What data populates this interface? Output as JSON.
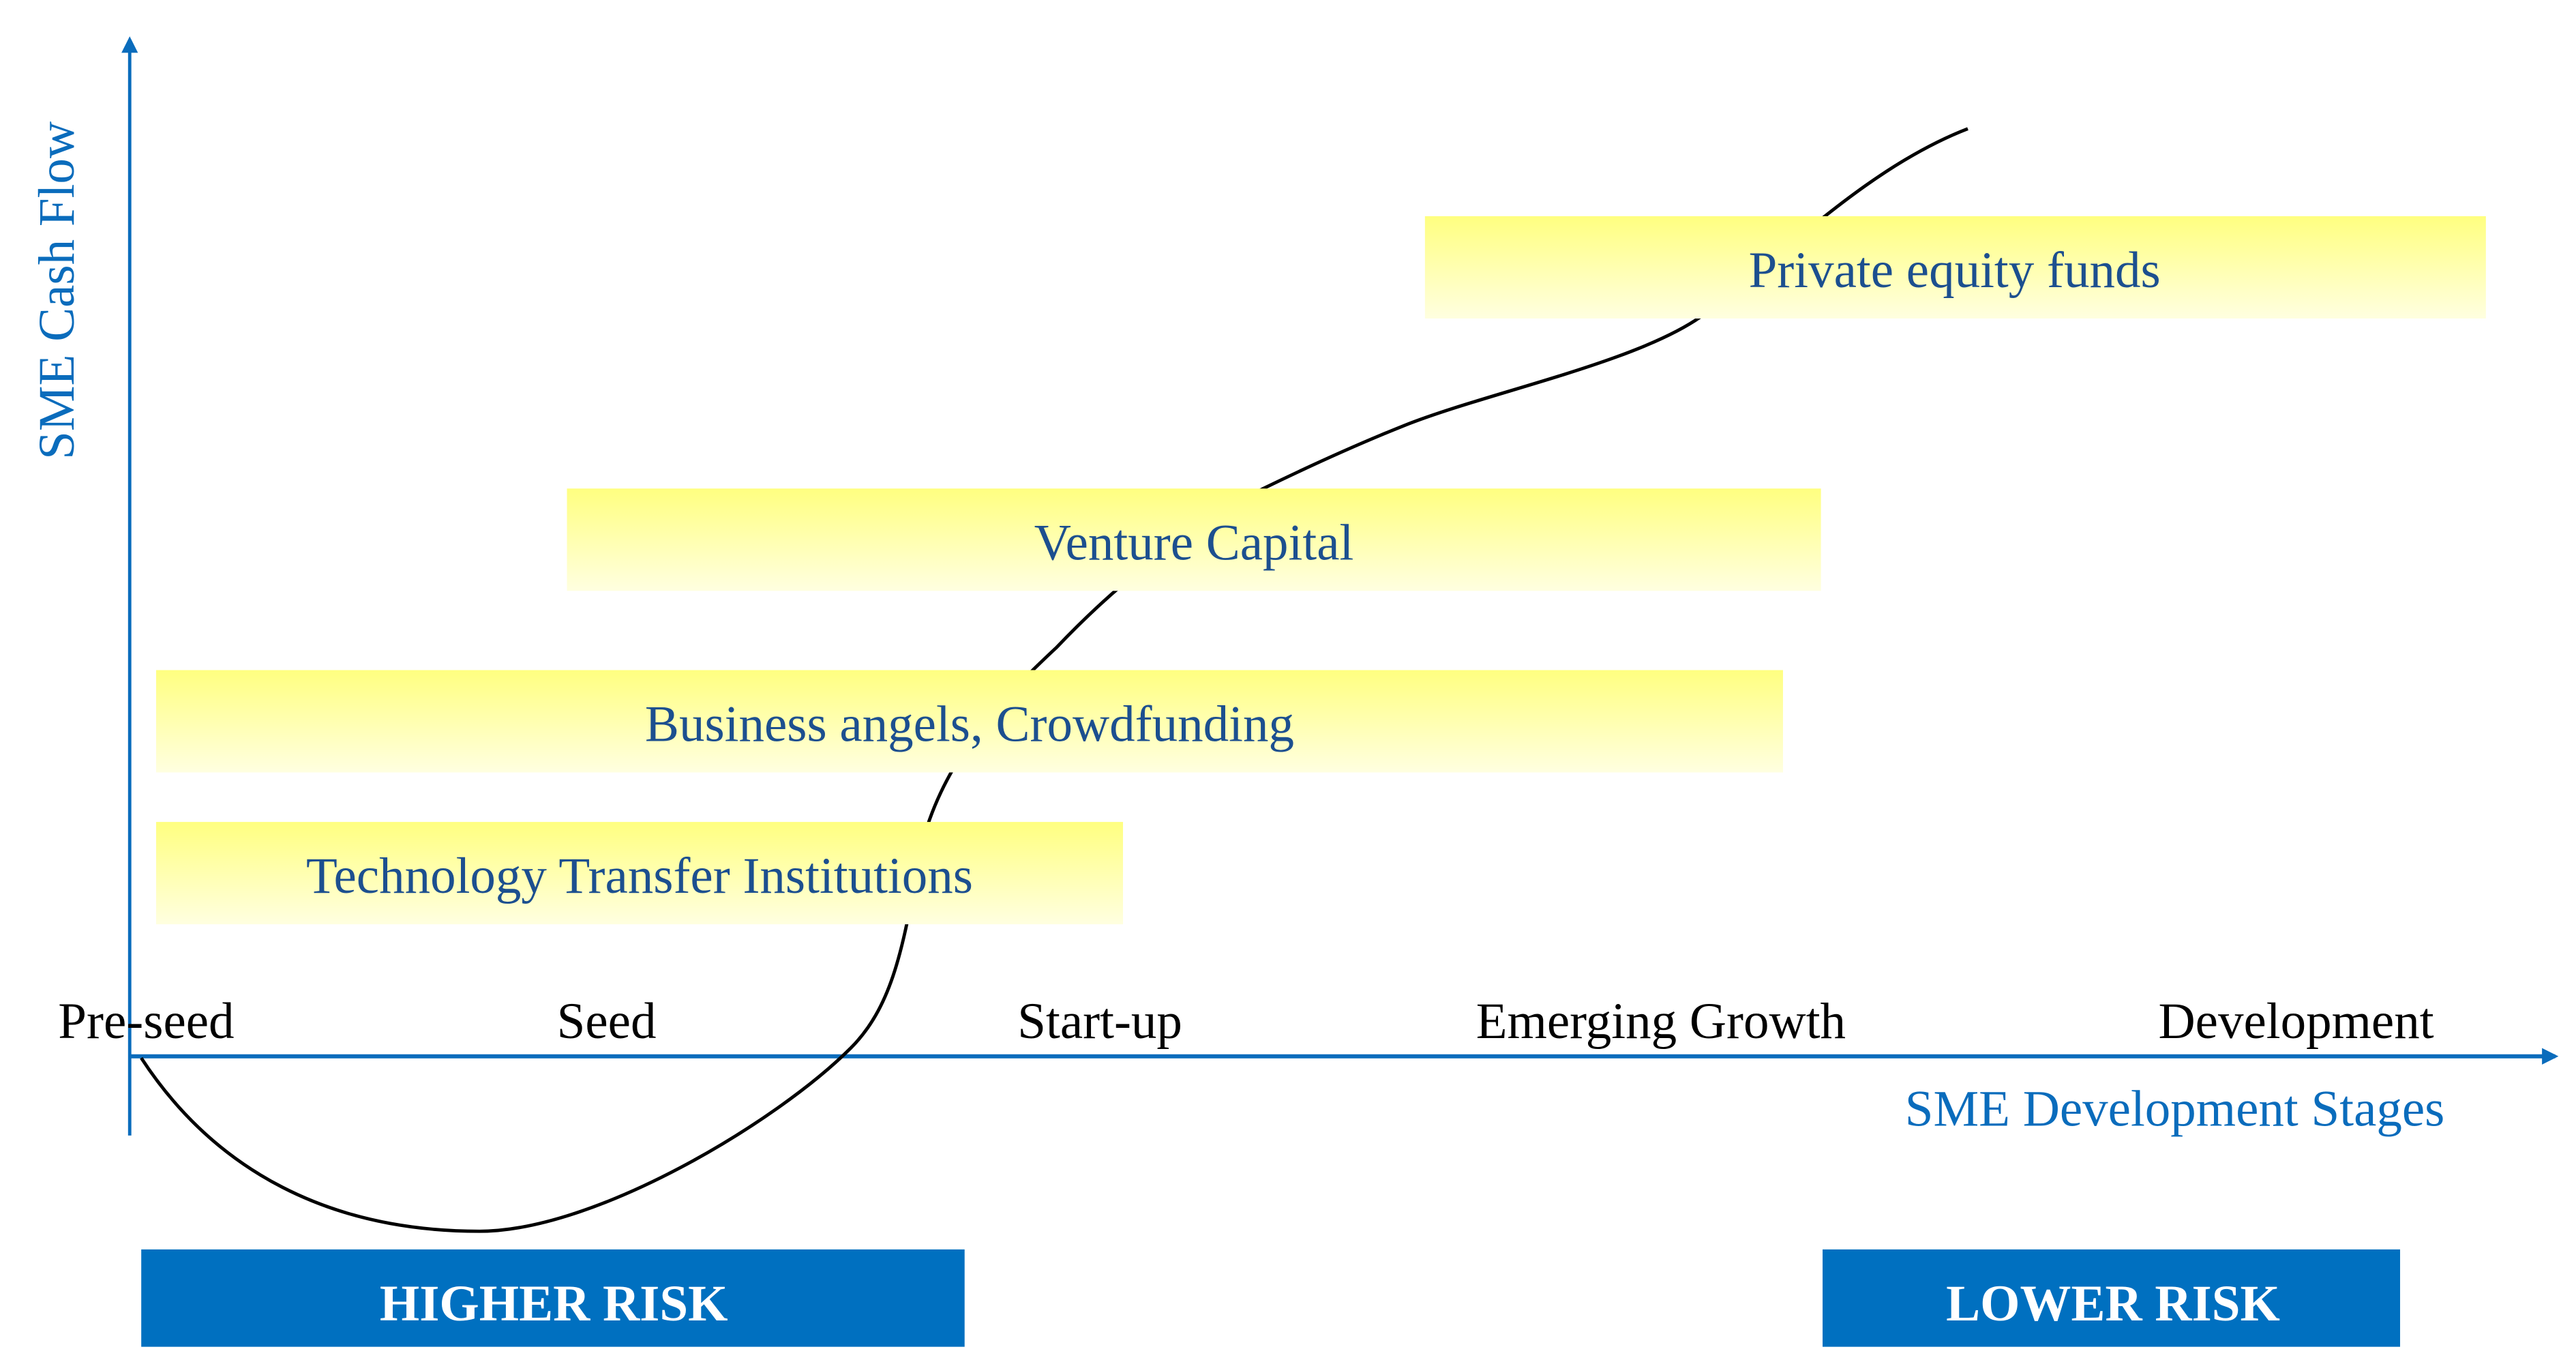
{
  "axes": {
    "y_label": "SME Cash Flow",
    "x_label": "SME Development Stages"
  },
  "stages": [
    "Pre-seed",
    "Seed",
    "Start-up",
    "Emerging Growth",
    "Development"
  ],
  "funding_sources": [
    {
      "label": "Private equity funds"
    },
    {
      "label": "Venture Capital"
    },
    {
      "label": "Business angels, Crowdfunding"
    },
    {
      "label": "Technology Transfer Institutions"
    }
  ],
  "risk": {
    "higher": "HIGHER RISK",
    "lower": "LOWER RISK"
  },
  "colors": {
    "axis": "#0a6cbc",
    "box_top": "#ffff80",
    "box_bottom": "#ffffe0",
    "box_text": "#1c4f8f",
    "risk_fill": "#0070c0"
  }
}
